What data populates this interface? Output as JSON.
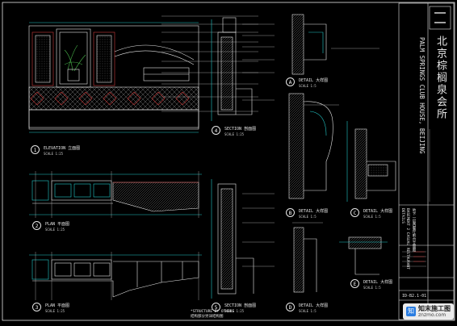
{
  "drawing": {
    "views": {
      "elevation_1": {
        "num": "1",
        "title": "ELEVATION 立面图",
        "scale": "SCALE 1:25"
      },
      "plan_2": {
        "num": "2",
        "title": "PLAN 平面图",
        "scale": "SCALE 1:25"
      },
      "plan_3": {
        "num": "3",
        "title": "PLAN 平面图",
        "scale": "SCALE 1:25"
      },
      "section_4": {
        "num": "4",
        "title": "SECTION 剖面图",
        "scale": "SCALE 1:25"
      },
      "section_5": {
        "num": "5",
        "title": "SECTION 剖面图",
        "scale": "SCALE 1:25"
      },
      "detail_a": {
        "num": "A",
        "title": "DETAIL 大样图",
        "scale": "SCALE 1:5"
      },
      "detail_b": {
        "num": "B",
        "title": "DETAIL 大样图",
        "scale": "SCALE 1:5"
      },
      "detail_c": {
        "num": "C",
        "title": "DETAIL 大样图",
        "scale": "SCALE 1:5"
      },
      "detail_d": {
        "num": "D",
        "title": "DETAIL 大样图",
        "scale": "SCALE 1:5"
      },
      "detail_e": {
        "num": "E",
        "title": "DETAIL 大样图",
        "scale": "SCALE 1:5"
      }
    },
    "bottom_note": {
      "line1": "*STRUCTURE BY OTHERS",
      "line2": "结构部分另详结构图"
    },
    "title_block": {
      "project_cn": "北京棕榈泉会所",
      "project_en": "PALM SPRINGS CLUB HOUSE, BEIJING",
      "sheet_cn": "地下一层西餐厅吧台立面图",
      "sheet_en": "BASEMENT 2 CASUAL RESTAURANT",
      "sheet_en2": "DETAILS",
      "sheet_no": "ID-B2.1-01"
    }
  },
  "watermark": {
    "name": "知末施工图",
    "url": "znzmo.com",
    "logo_icon": "znzmo-logo-icon"
  },
  "colors": {
    "line": "#e6e6e6",
    "cyan": "#22c7c7",
    "red": "#d23b3b",
    "green": "#49b54b"
  }
}
